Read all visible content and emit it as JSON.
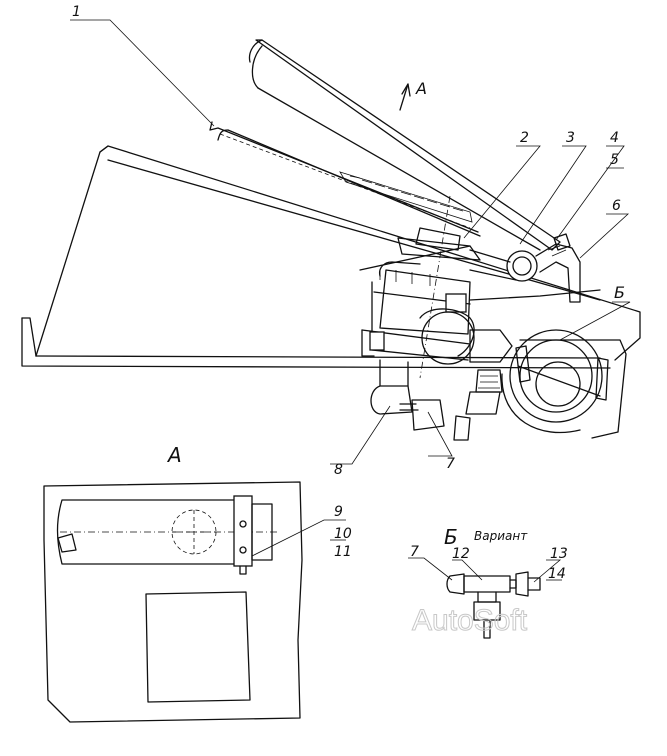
{
  "labels": {
    "l1": "1",
    "l2": "2",
    "l3": "3",
    "l4": "4",
    "l5": "5",
    "l6": "6",
    "l7": "7",
    "l8": "8",
    "l9": "9",
    "l10": "10",
    "l11": "11",
    "l12": "12",
    "l13": "13",
    "l14": "14",
    "l7b": "7"
  },
  "views": {
    "arrow_a": "A",
    "view_a": "A",
    "arrow_b": "Б",
    "view_b": "Б",
    "variant": "Вариант"
  },
  "watermark": "AutoSoft"
}
